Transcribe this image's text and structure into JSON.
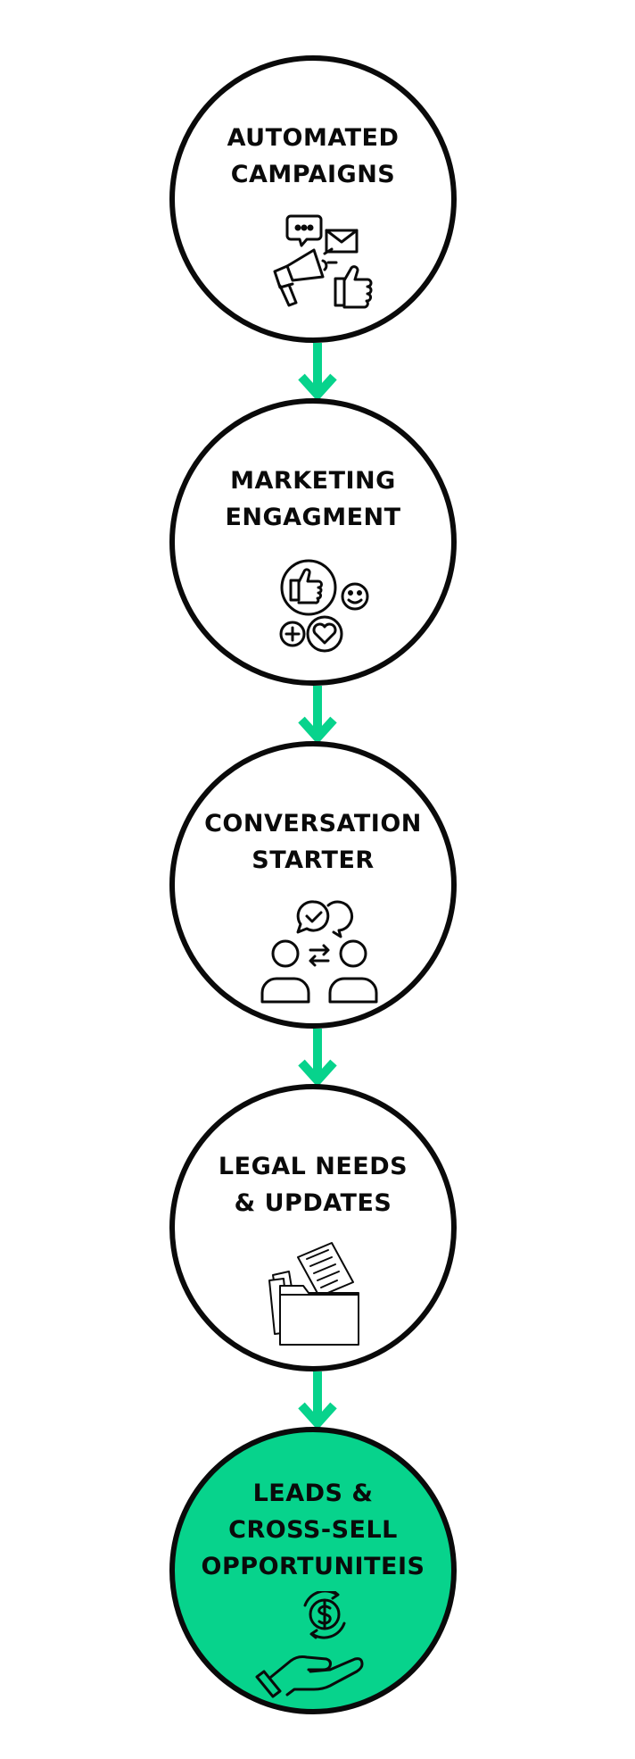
{
  "colors": {
    "accent": "#07d38c",
    "outline": "#0a0a0a",
    "background": "#ffffff"
  },
  "steps": [
    {
      "title": "AUTOMATED\nCAMPAIGNS",
      "icon": "megaphone-marketing-icon"
    },
    {
      "title": "MARKETING\nENGAGMENT",
      "icon": "engagement-reactions-icon"
    },
    {
      "title": "CONVERSATION\nSTARTER",
      "icon": "people-conversation-icon"
    },
    {
      "title": "LEGAL NEEDS\n& UPDATES",
      "icon": "documents-folder-icon"
    },
    {
      "title": "LEADS &\nCROSS-SELL\nOPPORTUNITEIS",
      "icon": "hand-money-cycle-icon"
    }
  ]
}
